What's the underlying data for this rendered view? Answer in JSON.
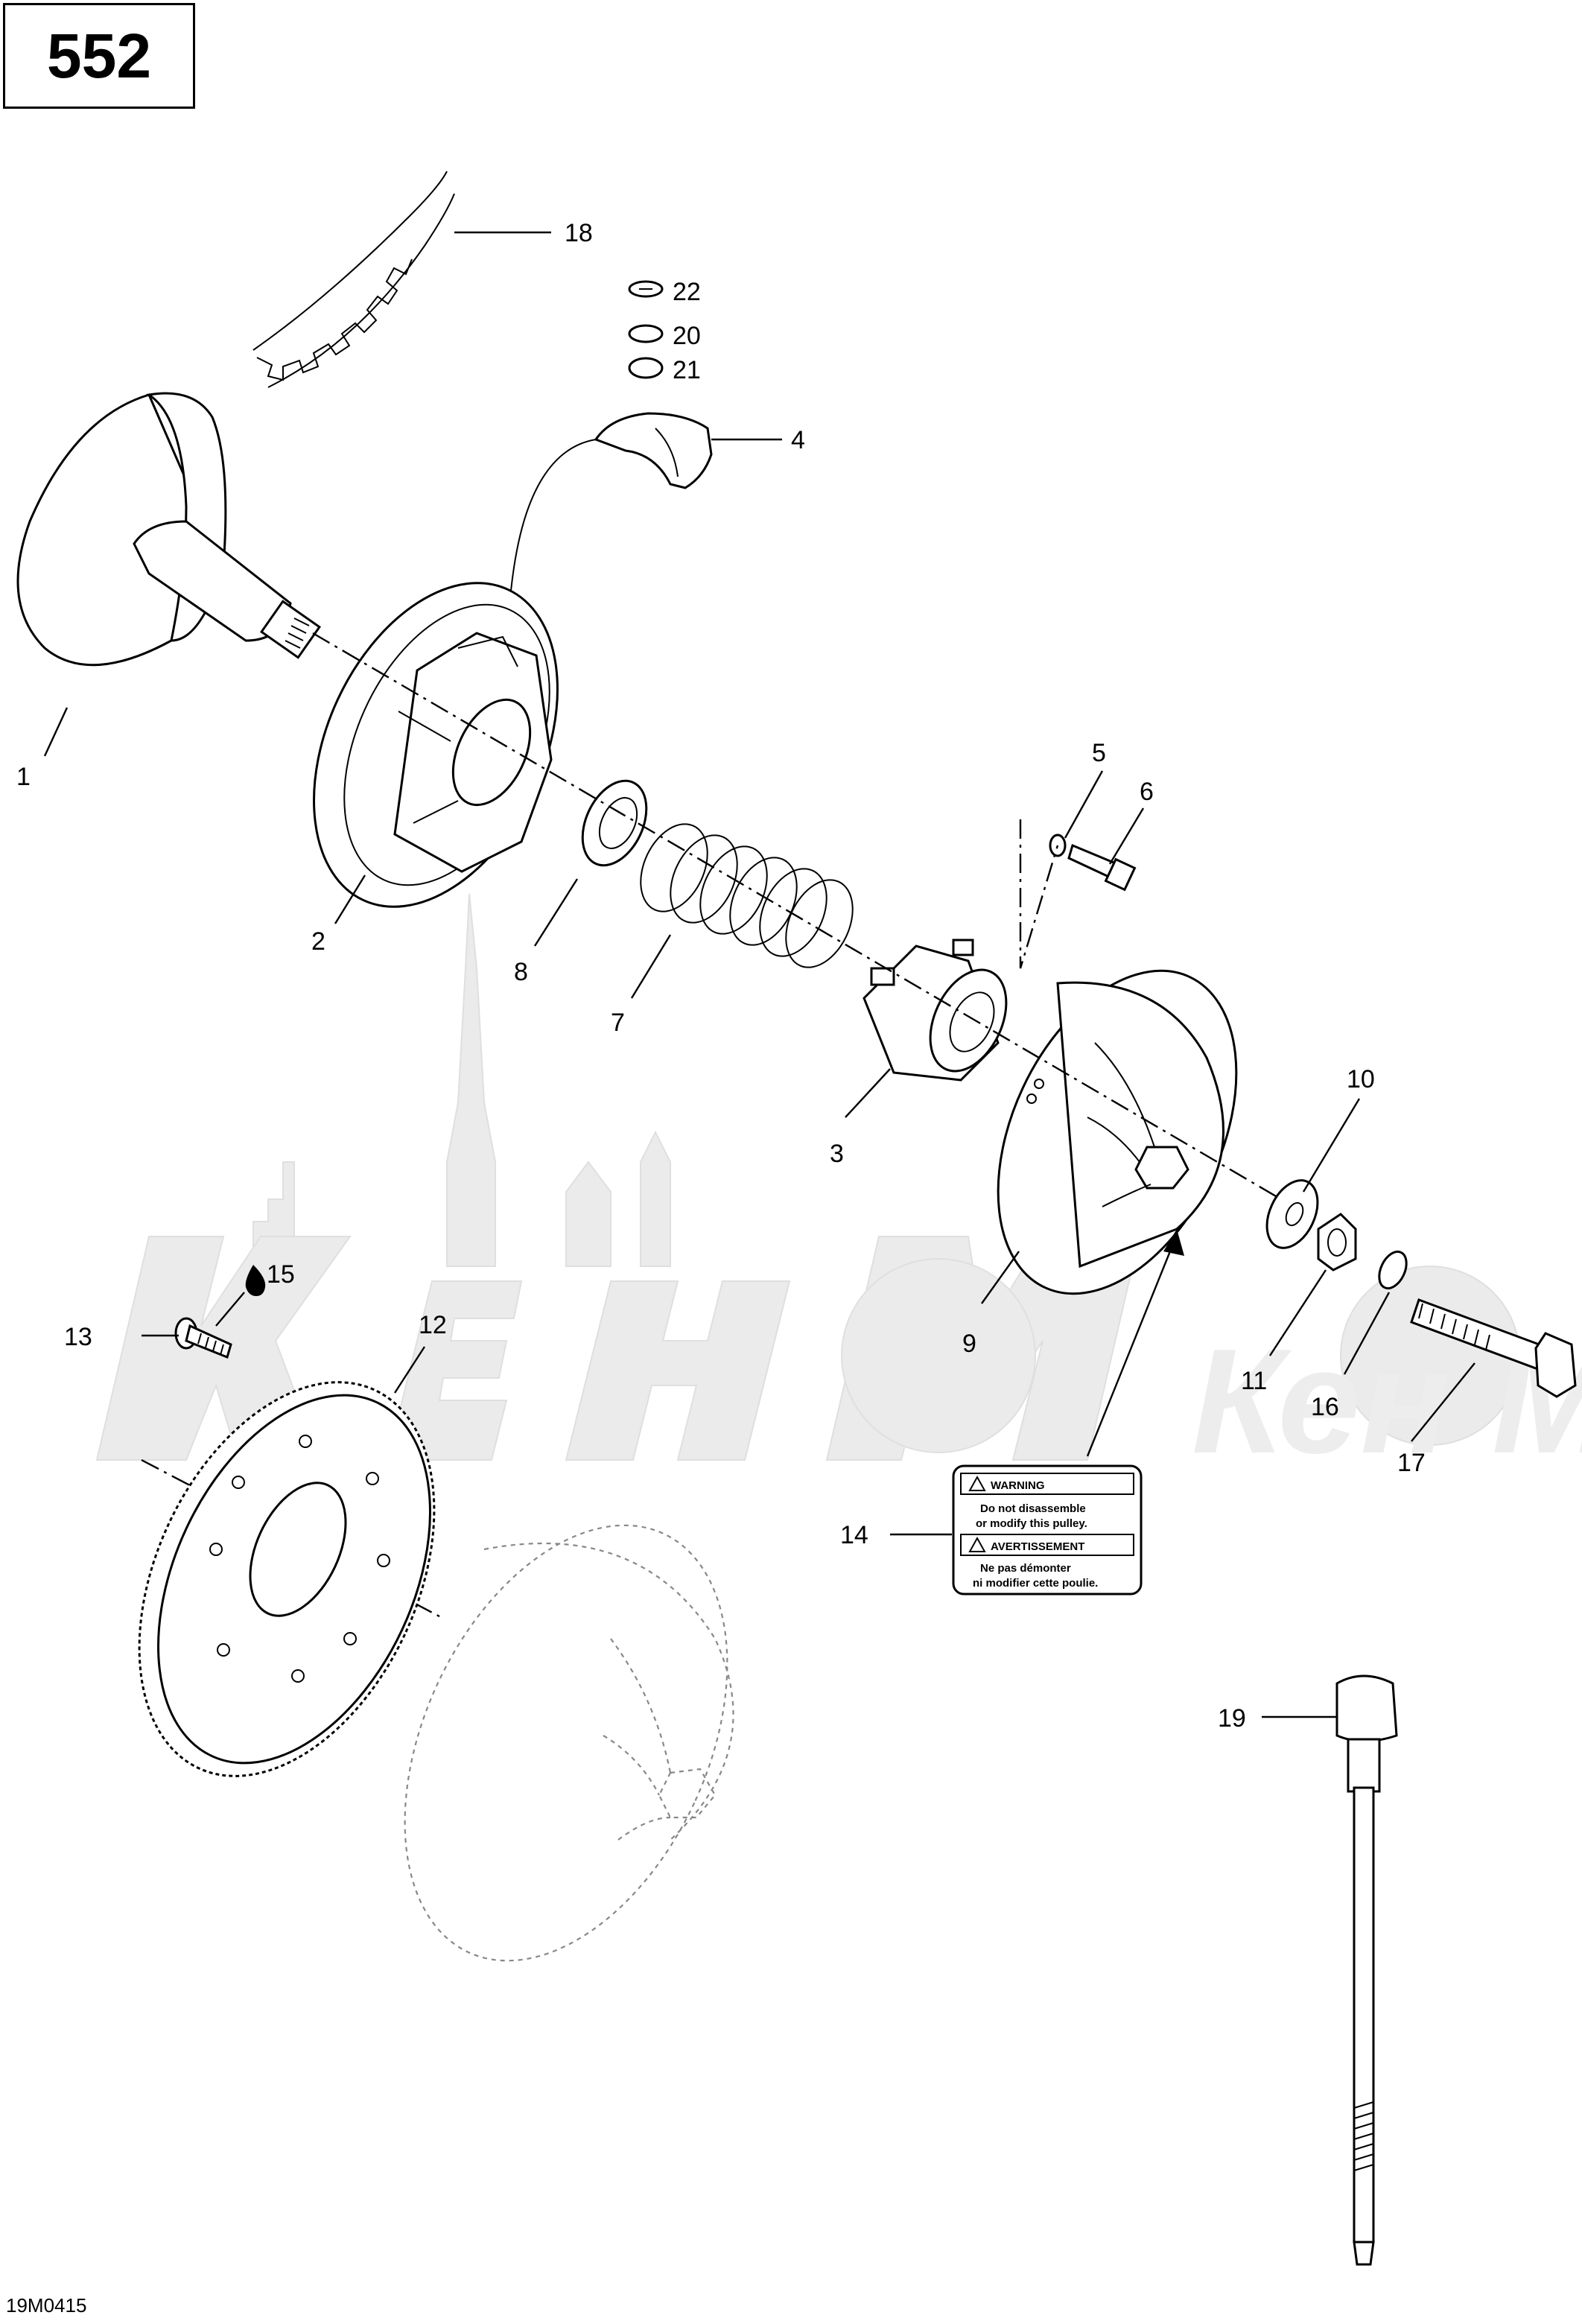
{
  "page_number": "552",
  "figure_code": "19M0415",
  "callouts": {
    "c1": "1",
    "c2": "2",
    "c3": "3",
    "c4": "4",
    "c5": "5",
    "c6": "6",
    "c7": "7",
    "c8": "8",
    "c9": "9",
    "c10": "10",
    "c11": "11",
    "c12": "12",
    "c13": "13",
    "c14": "14",
    "c15": "15",
    "c16": "16",
    "c17": "17",
    "c18": "18",
    "c19": "19",
    "c20": "20",
    "c21": "21",
    "c22": "22"
  },
  "warning_label": {
    "header_en": "WARNING",
    "line1_en": "Do not disassemble",
    "line2_en": "or modify this pulley.",
    "header_fr": "AVERTISSEMENT",
    "line1_fr": "Ne pas démonter",
    "line2_fr": "ni modifier cette poulie."
  },
  "watermark_text": "Кен Мото",
  "icons": {
    "drop": "lubricant-drop-icon",
    "warning": "warning-triangle-icon"
  }
}
